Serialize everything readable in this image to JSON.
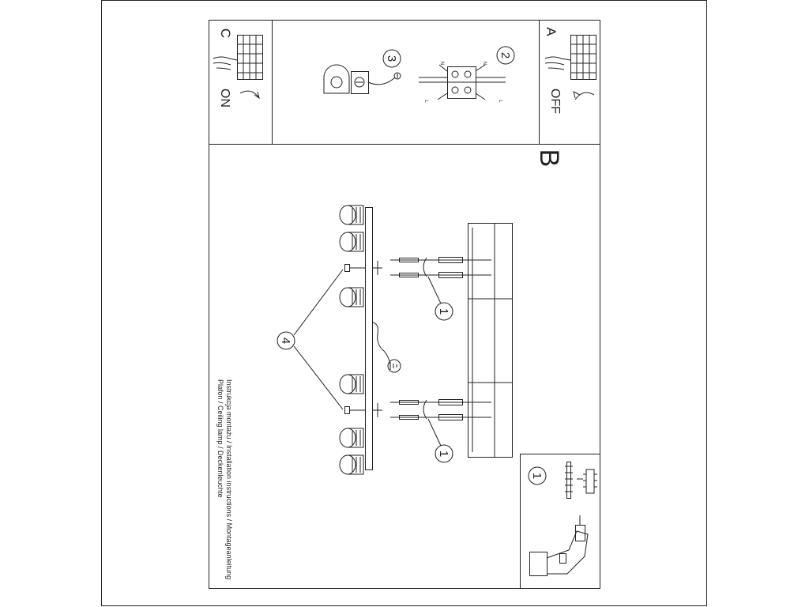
{
  "panels": {
    "a": {
      "letter": "A",
      "state": "OFF"
    },
    "c": {
      "letter": "C",
      "state": "ON"
    },
    "b": {
      "letter": "B"
    }
  },
  "steps": {
    "one": "1",
    "two": "2",
    "three": "3",
    "four": "4"
  },
  "caption": {
    "line1": "Instrukcja montażu / Installation instructions / Montageanleitung",
    "line2": "Plafon / Ceiling lamp / Deckenleuchte"
  },
  "wiring": {
    "n": "N",
    "l": "L"
  }
}
